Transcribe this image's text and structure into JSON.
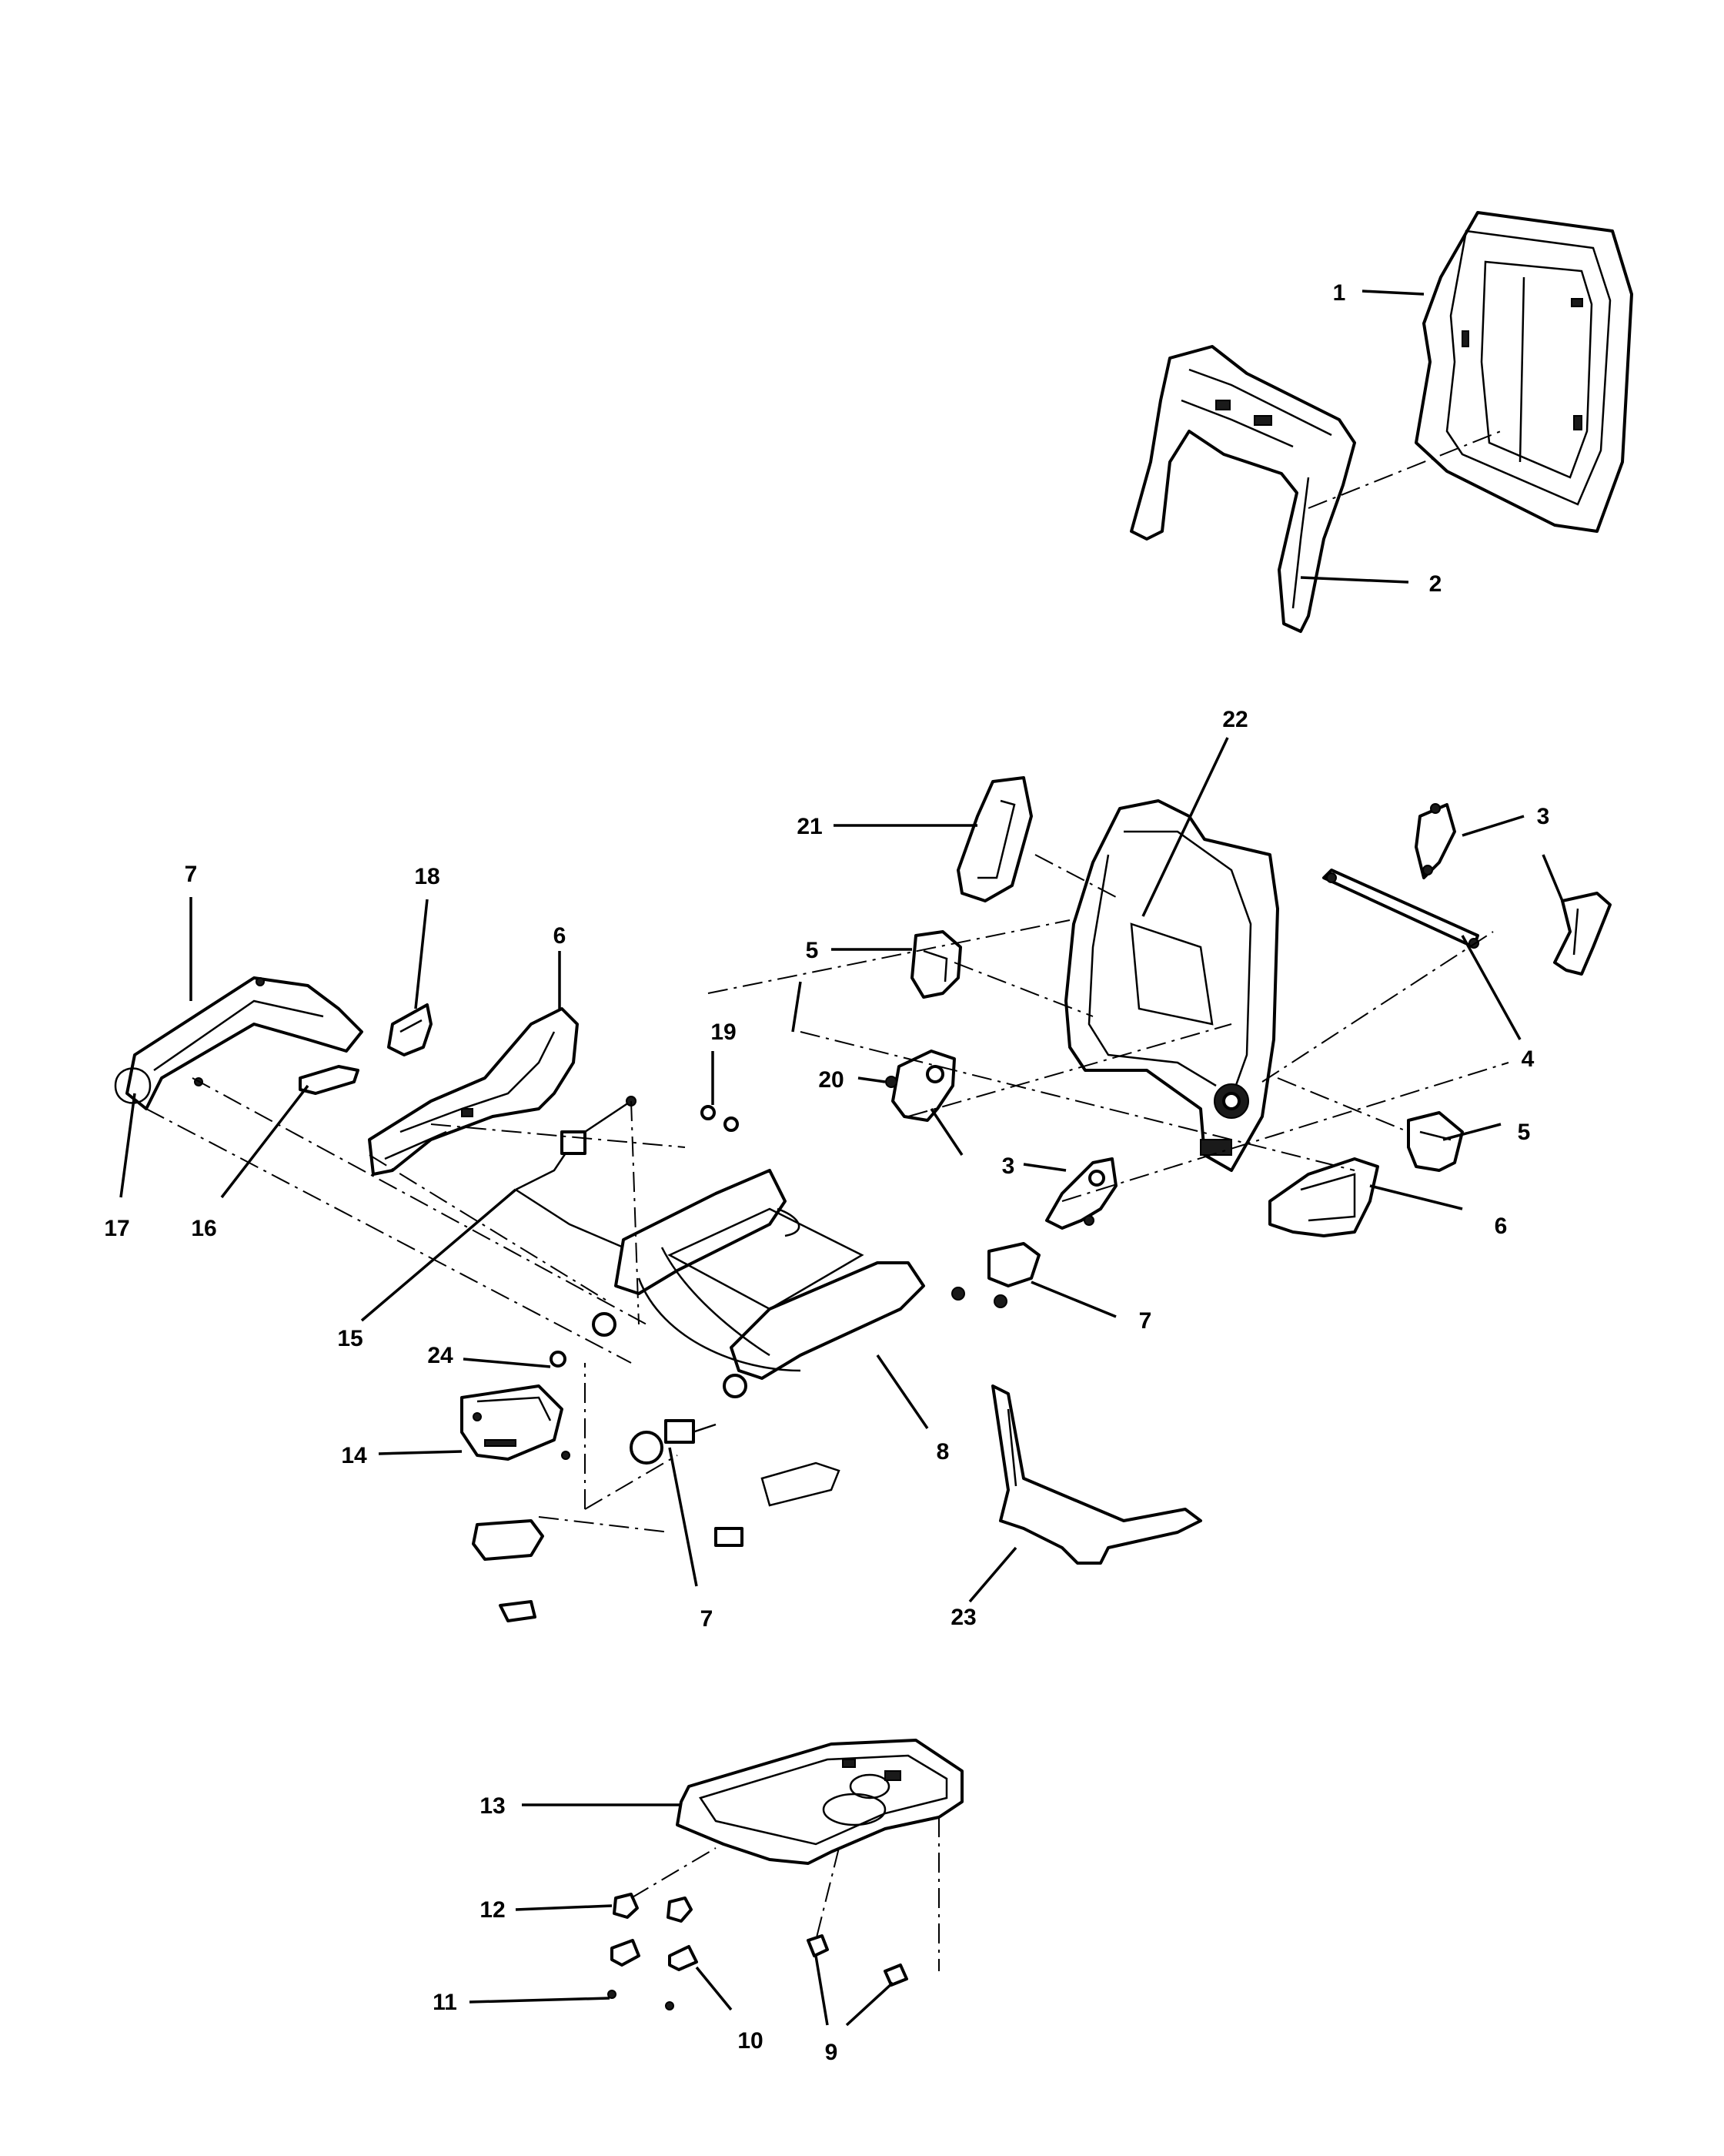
{
  "callouts": [
    {
      "id": "c1",
      "label": "1"
    },
    {
      "id": "c2",
      "label": "2"
    },
    {
      "id": "c22",
      "label": "22"
    },
    {
      "id": "c21",
      "label": "21"
    },
    {
      "id": "c3a",
      "label": "3"
    },
    {
      "id": "c7a",
      "label": "7"
    },
    {
      "id": "c18",
      "label": "18"
    },
    {
      "id": "c6a",
      "label": "6"
    },
    {
      "id": "c5a",
      "label": "5"
    },
    {
      "id": "c19",
      "label": "19"
    },
    {
      "id": "c4",
      "label": "4"
    },
    {
      "id": "c20",
      "label": "20"
    },
    {
      "id": "c5b",
      "label": "5"
    },
    {
      "id": "c3b",
      "label": "3"
    },
    {
      "id": "c17",
      "label": "17"
    },
    {
      "id": "c16",
      "label": "16"
    },
    {
      "id": "c6b",
      "label": "6"
    },
    {
      "id": "c15",
      "label": "15"
    },
    {
      "id": "c7b",
      "label": "7"
    },
    {
      "id": "c24",
      "label": "24"
    },
    {
      "id": "c8",
      "label": "8"
    },
    {
      "id": "c14",
      "label": "14"
    },
    {
      "id": "c7c",
      "label": "7"
    },
    {
      "id": "c23",
      "label": "23"
    },
    {
      "id": "c13",
      "label": "13"
    },
    {
      "id": "c12",
      "label": "12"
    },
    {
      "id": "c11",
      "label": "11"
    },
    {
      "id": "c10",
      "label": "10"
    },
    {
      "id": "c9",
      "label": "9"
    }
  ]
}
